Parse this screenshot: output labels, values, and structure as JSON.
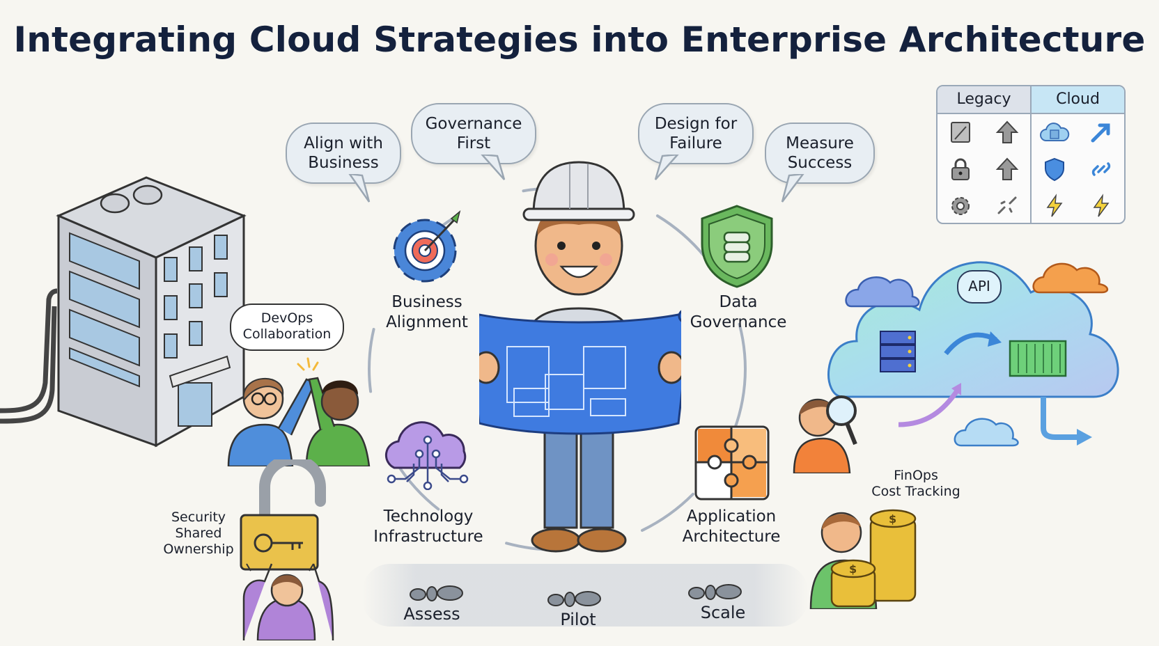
{
  "title": "Integrating Cloud Strategies into Enterprise Architecture",
  "principles": [
    {
      "id": "align",
      "text": "Align with\nBusiness",
      "line1": "Align with",
      "line2": "Business"
    },
    {
      "id": "governance",
      "line1": "Governance",
      "line2": "First"
    },
    {
      "id": "design",
      "line1": "Design for",
      "line2": "Failure"
    },
    {
      "id": "measure",
      "line1": "Measure",
      "line2": "Success"
    }
  ],
  "pillars": [
    {
      "id": "business",
      "line1": "Business",
      "line2": "Alignment",
      "icon": "gear-target-icon",
      "color": "#4a86d8"
    },
    {
      "id": "data",
      "line1": "Data",
      "line2": "Governance",
      "icon": "shield-database-icon",
      "color": "#5fae5a"
    },
    {
      "id": "technology",
      "line1": "Technology",
      "line2": "Infrastructure",
      "icon": "cloud-circuit-icon",
      "color": "#a77fd8"
    },
    {
      "id": "application",
      "line1": "Application",
      "line2": "Architecture",
      "icon": "puzzle-icon",
      "color": "#f08a3a"
    }
  ],
  "side_notes": {
    "devops": {
      "line1": "DevOps",
      "line2": "Collaboration"
    },
    "security": {
      "line1": "Security",
      "line2": "Shared",
      "line3": "Ownership"
    },
    "finops": {
      "line1": "FinOps",
      "line2": "Cost Tracking"
    },
    "api": "API"
  },
  "comparison": {
    "legacy_header": "Legacy",
    "cloud_header": "Cloud",
    "legacy_icons": [
      "server-rack-icon",
      "up-arrow-icon",
      "padlock-icon",
      "up-arrow-icon",
      "gear-icon",
      "broken-link-icon"
    ],
    "cloud_icons": [
      "cloud-storage-icon",
      "diagonal-arrow-icon",
      "shield-icon",
      "link-icon",
      "lightning-icon",
      "lightning-icon"
    ]
  },
  "steps": [
    "Assess",
    "Pilot",
    "Scale"
  ],
  "colors": {
    "title": "#14213d",
    "background": "#f7f6f1",
    "bubble_fill": "#e8eef3",
    "bubble_border": "#9aa6b2",
    "blueprint": "#3f7be0",
    "cloud_main": "#a9dcef",
    "cloud_orange": "#f4a04d",
    "cloud_blue": "#8aa6e8",
    "coin": "#e9bf3a"
  }
}
